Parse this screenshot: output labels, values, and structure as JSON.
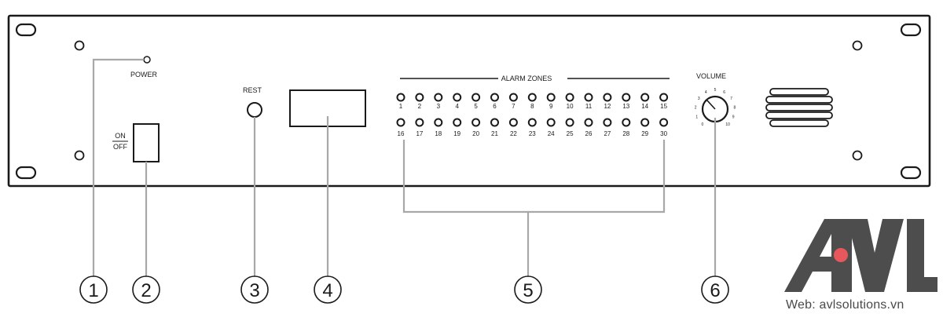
{
  "panel": {
    "power_label": "POWER",
    "switch_label_on": "ON",
    "switch_label_off": "OFF",
    "reset_label": "REST",
    "alarm_title": "ALARM ZONES",
    "volume_label": "VOLUME",
    "zones_row1": [
      "1",
      "2",
      "3",
      "4",
      "5",
      "6",
      "7",
      "8",
      "9",
      "10",
      "11",
      "12",
      "13",
      "14",
      "15"
    ],
    "zones_row2": [
      "16",
      "17",
      "18",
      "19",
      "20",
      "21",
      "22",
      "23",
      "24",
      "25",
      "26",
      "27",
      "28",
      "29",
      "30"
    ],
    "volume_scale": [
      "0",
      "1",
      "2",
      "3",
      "4",
      "5",
      "6",
      "7",
      "8",
      "9",
      "10"
    ]
  },
  "callouts": [
    "1",
    "2",
    "3",
    "4",
    "5",
    "6"
  ],
  "logo": {
    "text": "AVL",
    "accent_color": "#e8575b",
    "letter_color": "#4d4d4d",
    "website": "Web: avlsolutions.vn"
  }
}
